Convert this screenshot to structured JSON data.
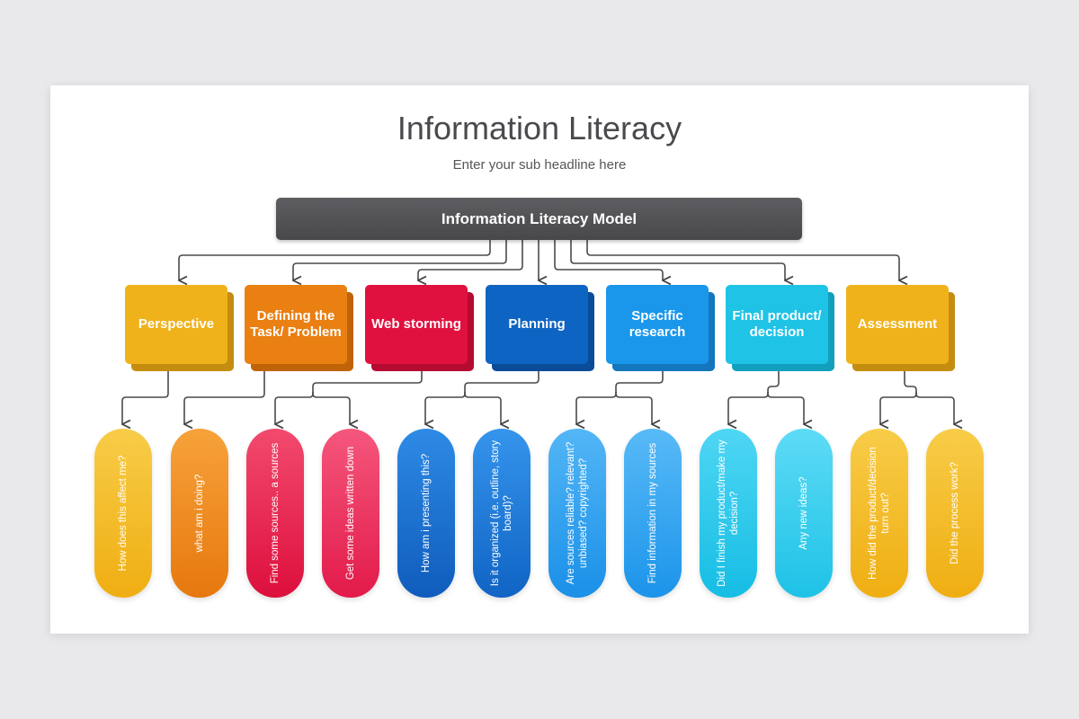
{
  "title": "Information Literacy",
  "subtitle": "Enter your sub headline here",
  "model_label": "Information Literacy Model",
  "categories": [
    {
      "label": "Perspective",
      "color": "#f0b21b",
      "shadow": "#c58d0f"
    },
    {
      "label": "Defining the Task/ Problem",
      "color": "#ea7f12",
      "shadow": "#bf6408"
    },
    {
      "label": "Web storming",
      "color": "#e0113f",
      "shadow": "#b50b30"
    },
    {
      "label": "Planning",
      "color": "#0e64c2",
      "shadow": "#0a4c97"
    },
    {
      "label": "Specific research",
      "color": "#1a97ea",
      "shadow": "#1476bd"
    },
    {
      "label": "Final product/ decision",
      "color": "#1ec3e6",
      "shadow": "#119fbd"
    },
    {
      "label": "Assessment",
      "color": "#f0b21b",
      "shadow": "#c58d0f"
    }
  ],
  "questions": [
    {
      "text": "How does this affect me?",
      "color": "#f4b92a"
    },
    {
      "text": "what am i doing?",
      "color": "#f08a1c"
    },
    {
      "text": "Find some sources.. a sources",
      "color": "#ea2450"
    },
    {
      "text": "Get some ideas written down",
      "color": "#ec3a63"
    },
    {
      "text": "How am i presenting this?",
      "color": "#1a6fcf"
    },
    {
      "text": "Is it organized (i.e. outline, story board)?",
      "color": "#1a7bd8"
    },
    {
      "text": "Are sources reliable? relevant? unbiased? copyrighted?",
      "color": "#2a9ff0"
    },
    {
      "text": "Find information in my sources",
      "color": "#2aa6f2"
    },
    {
      "text": "Did I finish my product/make my decision?",
      "color": "#28c8ec"
    },
    {
      "text": "Any new ideas?",
      "color": "#36cff0"
    },
    {
      "text": "How did the product/decision turn out?",
      "color": "#f4b92a"
    },
    {
      "text": "Did the process work?",
      "color": "#f4b92a"
    }
  ]
}
